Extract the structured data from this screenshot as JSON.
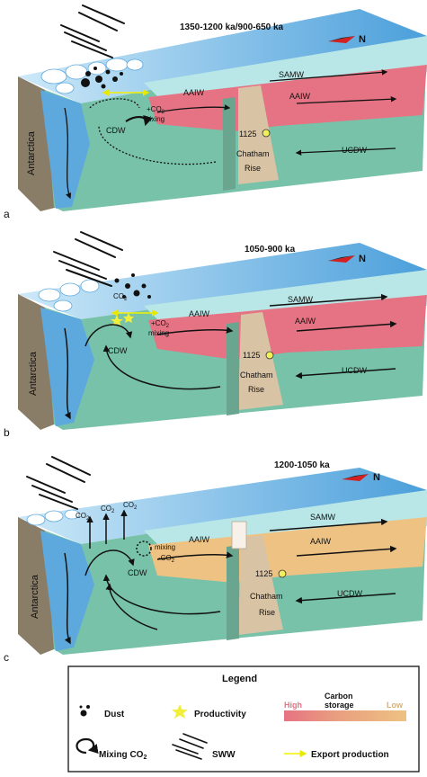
{
  "panels": [
    {
      "letter": "a",
      "title": "1350-1200 ka/900-650 ka",
      "north": "N",
      "continent": "Antarctica",
      "water": {
        "cdw": "CDW",
        "aaiw_shelf": "AAIW",
        "aaiw_main": "AAIW",
        "samw": "SAMW",
        "ucdw": "UCDW"
      },
      "site": "1125",
      "rise": [
        "Chatham",
        "Rise"
      ],
      "co2": "+CO",
      "co2_sub": "2",
      "mixing": "mixing"
    },
    {
      "letter": "b",
      "title": "1050-900 ka",
      "north": "N",
      "continent": "Antarctica",
      "water": {
        "cdw": "CDW",
        "aaiw_shelf": "AAIW",
        "aaiw_main": "AAIW",
        "samw": "SAMW",
        "ucdw": "UCDW"
      },
      "site": "1125",
      "rise": [
        "Chatham",
        "Rise"
      ],
      "co2a": "CO",
      "co2b": "+CO",
      "co2_sub": "2",
      "mixing": "mixing"
    },
    {
      "letter": "c",
      "title": "1200-1050 ka",
      "north": "N",
      "continent": "Antarctica",
      "water": {
        "cdw": "CDW",
        "aaiw_shelf": "AAIW",
        "aaiw_main": "AAIW",
        "samw": "SAMW",
        "ucdw": "UCDW"
      },
      "site": "1125",
      "rise": [
        "Chatham",
        "Rise"
      ],
      "co2_up": "CO",
      "co2_sub": "2",
      "mixing": "mixing",
      "co2_minus": "-CO"
    }
  ],
  "legend": {
    "title": "Legend",
    "dust": "Dust",
    "productivity": "Productivity",
    "carbon_storage": [
      "Carbon",
      "storage"
    ],
    "high": "High",
    "low": "Low",
    "mixing_co2": "Mixing CO",
    "co2_sub": "2",
    "sww": "SWW",
    "export": "Export production"
  },
  "colors": {
    "ocean_surface": "#5da9de",
    "samw": "#b9e6e6",
    "aaiw_high": "#e67383",
    "aaiw_low": "#eec283",
    "ucdw": "#78c2aa",
    "rise": "#d8c3a5",
    "land": "#8a7d68",
    "export_arrow": "#f2f200",
    "north_arrow": "#d42020"
  }
}
